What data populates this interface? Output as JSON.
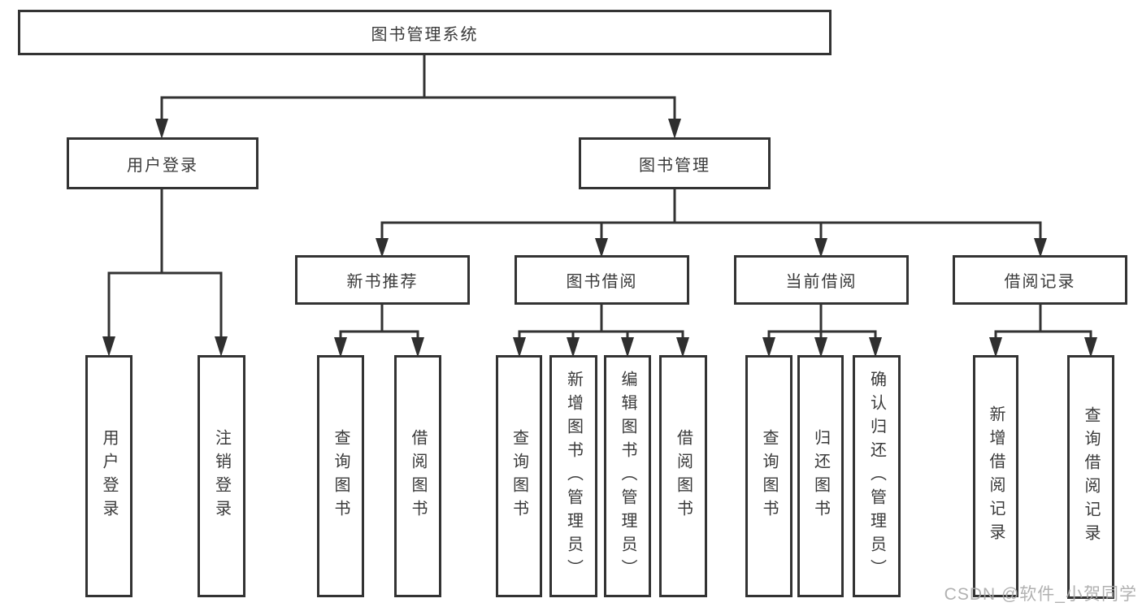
{
  "diagram": {
    "type": "hierarchy-tree",
    "watermark": "CSDN @软件_小贺同学",
    "colors": {
      "background": "#ffffff",
      "box_background": "#ffffff",
      "box_border": "#333333",
      "line": "#333333",
      "text": "#3a3a3a",
      "watermark": "#a8a8a8"
    },
    "tree": {
      "label": "图书管理系统",
      "children": [
        {
          "label": "用户登录",
          "children": [
            {
              "label": "用户登录"
            },
            {
              "label": "注销登录"
            }
          ]
        },
        {
          "label": "图书管理",
          "children": [
            {
              "label": "新书推荐",
              "children": [
                {
                  "label": "查询图书"
                },
                {
                  "label": "借阅图书"
                }
              ]
            },
            {
              "label": "图书借阅",
              "children": [
                {
                  "label": "查询图书"
                },
                {
                  "label": "新增图书（管理员）"
                },
                {
                  "label": "编辑图书（管理员）"
                },
                {
                  "label": "借阅图书"
                }
              ]
            },
            {
              "label": "当前借阅",
              "children": [
                {
                  "label": "查询图书"
                },
                {
                  "label": "归还图书"
                },
                {
                  "label": "确认归还（管理员）"
                }
              ]
            },
            {
              "label": "借阅记录",
              "children": [
                {
                  "label": "新增借阅记录"
                },
                {
                  "label": "查询借阅记录"
                }
              ]
            }
          ]
        }
      ]
    }
  }
}
